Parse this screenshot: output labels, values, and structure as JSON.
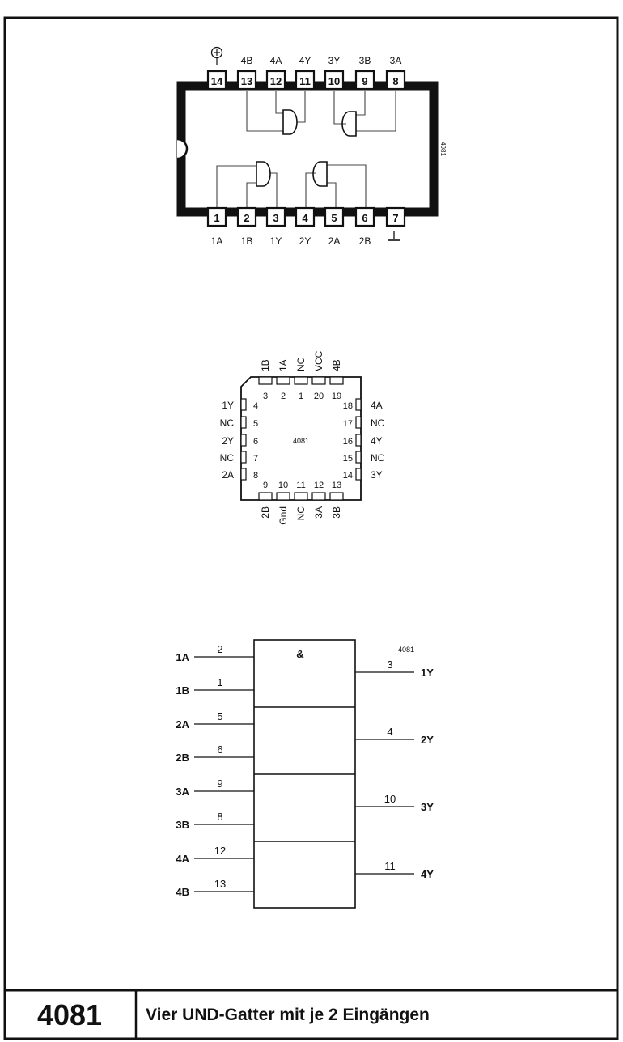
{
  "dip": {
    "top_pins": [
      {
        "num": "14",
        "label": ""
      },
      {
        "num": "13",
        "label": "4B"
      },
      {
        "num": "12",
        "label": "4A"
      },
      {
        "num": "11",
        "label": "4Y"
      },
      {
        "num": "10",
        "label": "3Y"
      },
      {
        "num": "9",
        "label": "3B"
      },
      {
        "num": "8",
        "label": "3A"
      }
    ],
    "bottom_pins": [
      {
        "num": "1",
        "label": "1A"
      },
      {
        "num": "2",
        "label": "1B"
      },
      {
        "num": "3",
        "label": "1Y"
      },
      {
        "num": "4",
        "label": "2Y"
      },
      {
        "num": "5",
        "label": "2A"
      },
      {
        "num": "6",
        "label": "2B"
      },
      {
        "num": "7",
        "label": ""
      }
    ],
    "side_mark": "4081"
  },
  "plcc": {
    "top_pins": [
      {
        "num": "3",
        "label": "1B"
      },
      {
        "num": "2",
        "label": "1A"
      },
      {
        "num": "1",
        "label": "NC"
      },
      {
        "num": "20",
        "label": "VCC"
      },
      {
        "num": "19",
        "label": "4B"
      }
    ],
    "left_pins": [
      {
        "num": "4",
        "label": "1Y"
      },
      {
        "num": "5",
        "label": "NC"
      },
      {
        "num": "6",
        "label": "2Y"
      },
      {
        "num": "7",
        "label": "NC"
      },
      {
        "num": "8",
        "label": "2A"
      }
    ],
    "right_pins": [
      {
        "num": "18",
        "label": "4A"
      },
      {
        "num": "17",
        "label": "NC"
      },
      {
        "num": "16",
        "label": "4Y"
      },
      {
        "num": "15",
        "label": "NC"
      },
      {
        "num": "14",
        "label": "3Y"
      }
    ],
    "bottom_pins": [
      {
        "num": "9",
        "label": "2B"
      },
      {
        "num": "10",
        "label": "Gnd"
      },
      {
        "num": "11",
        "label": "NC"
      },
      {
        "num": "12",
        "label": "3A"
      },
      {
        "num": "13",
        "label": "3B"
      }
    ],
    "center_label": "4081"
  },
  "logic": {
    "symbol": "&",
    "part_label": "4081",
    "gates": [
      {
        "in1_label": "1A",
        "in1_pin": "2",
        "in2_label": "1B",
        "in2_pin": "1",
        "out_label": "1Y",
        "out_pin": "3"
      },
      {
        "in1_label": "2A",
        "in1_pin": "5",
        "in2_label": "2B",
        "in2_pin": "6",
        "out_label": "2Y",
        "out_pin": "4"
      },
      {
        "in1_label": "3A",
        "in1_pin": "9",
        "in2_label": "3B",
        "in2_pin": "8",
        "out_label": "3Y",
        "out_pin": "10"
      },
      {
        "in1_label": "4A",
        "in1_pin": "12",
        "in2_label": "4B",
        "in2_pin": "13",
        "out_label": "4Y",
        "out_pin": "11"
      }
    ]
  },
  "footer": {
    "number": "4081",
    "title": "Vier UND-Gatter mit je 2 Eingängen"
  }
}
